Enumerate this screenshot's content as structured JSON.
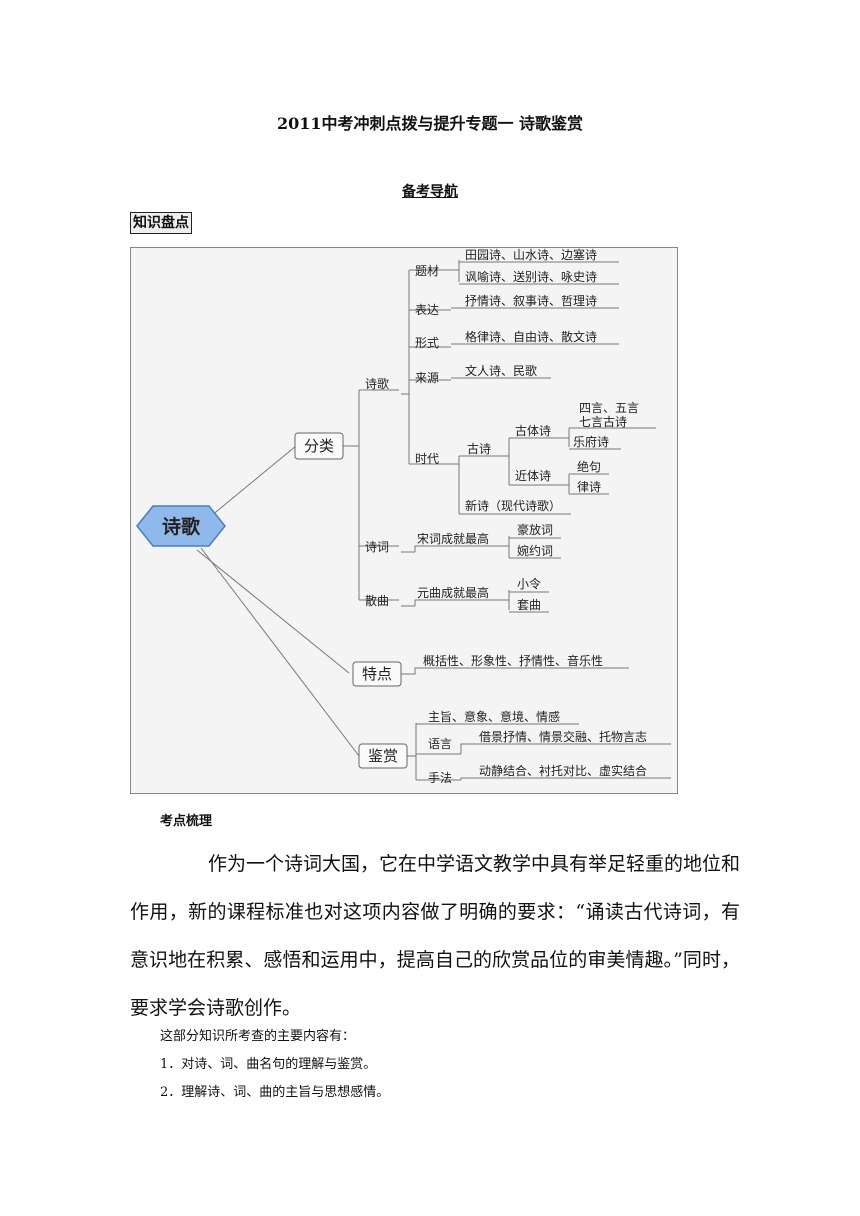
{
  "document": {
    "title": "2011中考冲刺点拨与提升专题一 诗歌鉴赏",
    "subtitle": "备考导航",
    "boxed_label": "知识盘点",
    "section_heading": "考点梳理",
    "paragraph": "作为一个诗词大国，它在中学语文教学中具有举足轻重的地位和作用，新的课程标准也对这项内容做了明确的要求：“诵读古代诗词，有意识地在积累、感悟和运用中，提高自己的欣赏品位的审美情趣。”同时，要求学会诗歌创作。",
    "intro_line": "这部分知识所考查的主要内容有：",
    "list_items": [
      "1．对诗、词、曲名句的理解与鉴赏。",
      "2．理解诗、词、曲的主旨与思想感情。"
    ]
  },
  "mindmap": {
    "root": "诗歌",
    "branches": {
      "fenlei": "分类",
      "tedian": "特点",
      "jianshang": "鉴赏"
    },
    "shige": {
      "label": "诗歌",
      "ticai": "题材",
      "ticai_items": [
        "田园诗、山水诗、边塞诗",
        "讽喻诗、送别诗、咏史诗"
      ],
      "biaoda": "表达",
      "biaoda_items": "抒情诗、叙事诗、哲理诗",
      "xingshi": "形式",
      "xingshi_items": "格律诗、自由诗、散文诗",
      "laiyuan": "来源",
      "laiyuan_items": "文人诗、民歌",
      "shidai": "时代",
      "gushi": "古诗",
      "gutishi": "古体诗",
      "gutishi_items": [
        "四言、五言",
        "七言古诗",
        "乐府诗"
      ],
      "jintishi": "近体诗",
      "jintishi_items": [
        "绝句",
        "律诗"
      ],
      "xinshi": "新诗（现代诗歌）"
    },
    "shici": {
      "label": "诗词",
      "note": "宋词成就最高",
      "items": [
        "豪放词",
        "婉约词"
      ]
    },
    "sanqu": {
      "label": "散曲",
      "note": "元曲成就最高",
      "items": [
        "小令",
        "套曲"
      ]
    },
    "tedian_items": "概括性、形象性、抒情性、音乐性",
    "jianshang": {
      "zhuzhi": "主旨、意象、意境、情感",
      "yuyan": "语言",
      "yuyan_items": "借景抒情、情景交融、托物言志",
      "shoufa": "手法",
      "shoufa_items": "动静结合、衬托对比、虚实结合"
    }
  }
}
